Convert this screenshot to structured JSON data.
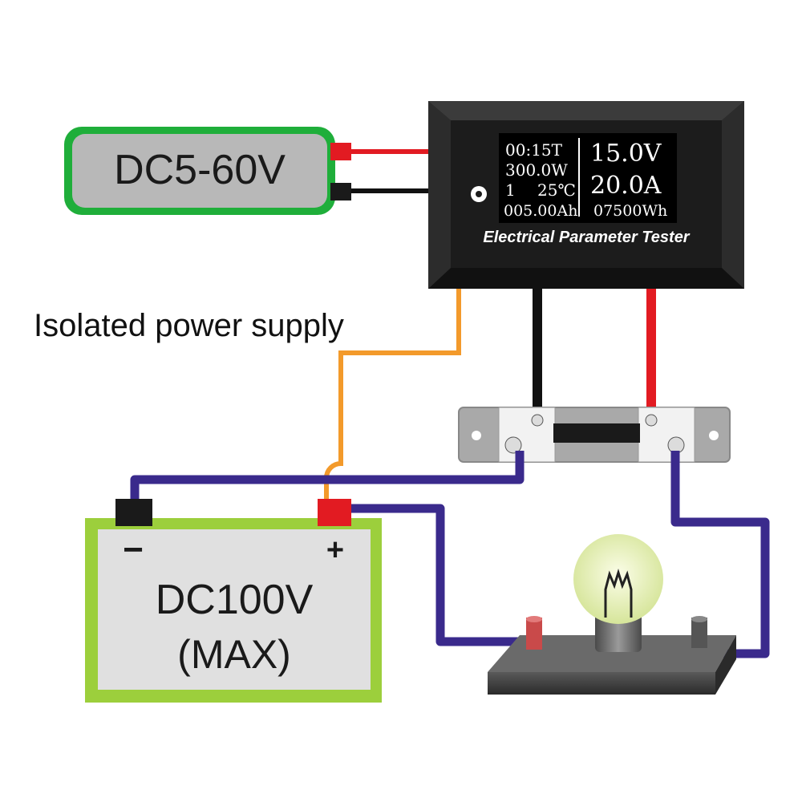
{
  "power_supply": {
    "label": "DC5-60V"
  },
  "isolation_label": "Isolated power supply",
  "tester": {
    "brand_label": "Electrical Parameter Tester",
    "screen": {
      "time": "00:15T",
      "power": "300.0W",
      "channel": "1",
      "temperature": "25℃",
      "capacity": "005.00Ah",
      "voltage": "15.0V",
      "current": "20.0A",
      "energy": "07500Wh"
    }
  },
  "battery": {
    "line1": "DC100V",
    "line2": "(MAX)",
    "neg_symbol": "−",
    "pos_symbol": "+"
  },
  "colors": {
    "supply_border": "#1fae3a",
    "supply_fill": "#b8b8b8",
    "battery_border": "#9ccf3c",
    "battery_fill": "#e0e0e0",
    "wire_red": "#e21b22",
    "wire_black": "#111111",
    "wire_orange": "#f39a2b",
    "wire_purple": "#3a2a8c",
    "bulb_glass": "#eef5c8"
  }
}
